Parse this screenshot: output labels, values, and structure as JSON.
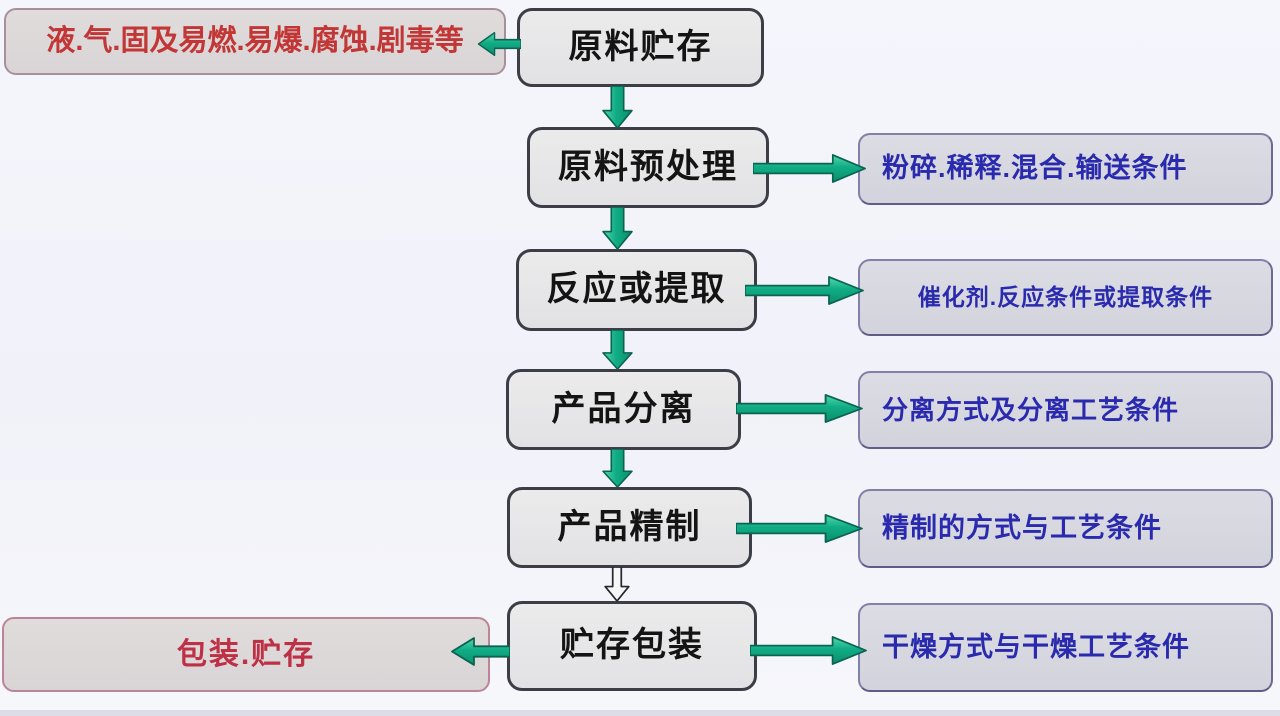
{
  "diagram": {
    "steps": [
      {
        "label": "原料贮存"
      },
      {
        "label": "原料预处理"
      },
      {
        "label": "反应或提取"
      },
      {
        "label": "产品分离"
      },
      {
        "label": "产品精制"
      },
      {
        "label": "贮存包装"
      }
    ],
    "notes": [
      {
        "label": "粉碎.稀释.混合.输送条件"
      },
      {
        "label": "催化剂.反应条件或提取条件"
      },
      {
        "label": "分离方式及分离工艺条件"
      },
      {
        "label": "精制的方式与工艺条件"
      },
      {
        "label": "干燥方式与干燥工艺条件"
      }
    ],
    "side_top": {
      "label": "液.气.固及易燃.易爆.腐蚀.剧毒等"
    },
    "side_bottom": {
      "label": "包装.贮存"
    }
  },
  "colors": {
    "background": "#f2f2f9",
    "step_box_fill": "#e6e6e7",
    "step_box_border": "#3d3d47",
    "step_text": "#141414",
    "note_box_fill": "#d7d7e0",
    "note_box_border": "#8080a8",
    "note_text": "#2a2aae",
    "hazard_box_border": "#a8909a",
    "hazard_text": "#c23636",
    "package_box_border": "#bc8596",
    "package_text": "#bd3045",
    "arrow_green_light": "#4fd8ab",
    "arrow_green": "#10ac85",
    "arrow_green_dark": "#0a8f6d",
    "arrow_outline": "#0b6351",
    "arrow_white_fill": "#f6f6f6"
  }
}
